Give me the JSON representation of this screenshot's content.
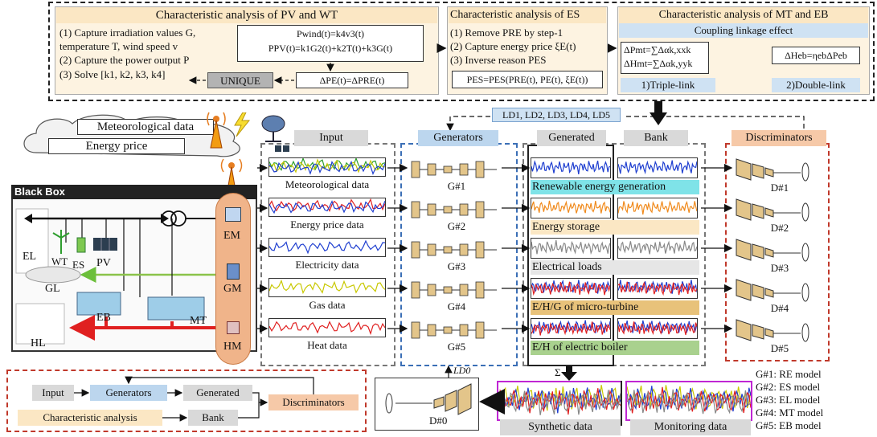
{
  "top": {
    "pvwt_title": "Characteristic analysis of PV and WT",
    "pvwt_lines": [
      "(1) Capture irradiation values G,",
      "temperature T, wind speed v",
      "(2) Capture the power output P",
      "(3) Solve [k1, k2, k3, k4]"
    ],
    "pvwt_eq1": "Pwind(t)=k4v3(t)",
    "pvwt_eq2": "PPV(t)=k1G2(t)+k2T(t)+k3G(t)",
    "unique": "UNIQUE",
    "delta_eq": "ΔPE(t)=ΔPRE(t)",
    "es_title": "Characteristic analysis of ES",
    "es_lines": [
      "(1) Remove PRE by step-1",
      "(2) Capture energy price ξE(t)",
      "(3) Inverse reason PES"
    ],
    "es_eq": "PES=PES(PRE(t), PE(t), ξE(t))",
    "mteb_title": "Characteristic analysis of MT and EB",
    "coupling": "Coupling linkage effect",
    "mt_eq1": "ΔPmt=∑Δαk,xxk",
    "mt_eq2": "ΔHmt=∑Δαk,yyk",
    "eb_eq": "ΔHeb=ηebΔPeb",
    "triple": "1)Triple-link",
    "double": "2)Double-link"
  },
  "ld_label": "LD1, LD2, LD3, LD4, LD5",
  "cloud": {
    "meteo": "Meteorological data",
    "price": "Energy price"
  },
  "blackbox": {
    "title": "Black Box",
    "el": "EL",
    "wt": "WT",
    "es": "ES",
    "pv": "PV",
    "gl": "GL",
    "eb": "EB",
    "mt": "MT",
    "hl": "HL",
    "em": "EM",
    "gm": "GM",
    "hm": "HM"
  },
  "headers": {
    "input": "Input",
    "generators": "Generators",
    "generated": "Generated",
    "bank": "Bank",
    "discriminators": "Discriminators"
  },
  "inputs": [
    "Meteorological data",
    "Energy price data",
    "Electricity data",
    "Gas data",
    "Heat data"
  ],
  "generators": [
    "G#1",
    "G#2",
    "G#3",
    "G#4",
    "G#5"
  ],
  "generated_labels": [
    "Renewable energy generation",
    "Energy storage",
    "Electrical loads",
    "E/H/G of micro-turbine",
    "E/H of electric boiler"
  ],
  "discriminators": [
    "D#1",
    "D#2",
    "D#3",
    "D#4",
    "D#5"
  ],
  "sigma": "Σ",
  "ld0": "LD0",
  "d0": "D#0",
  "synthetic": "Synthetic data",
  "monitoring": "Monitoring data",
  "flow": {
    "input": "Input",
    "generators": "Generators",
    "generated": "Generated",
    "discriminators": "Discriminators",
    "characteristic": "Characteristic analysis",
    "bank": "Bank"
  },
  "legend": [
    "G#1: RE model",
    "G#2: ES model",
    "G#3: EL model",
    "G#4: MT model",
    "G#5: EB model"
  ],
  "colors": {
    "blue": "#1f3fd0",
    "red": "#e02020",
    "green": "#2e9e2e",
    "yellow": "#c8c800",
    "gray": "#888888",
    "orange": "#f08a1c"
  }
}
